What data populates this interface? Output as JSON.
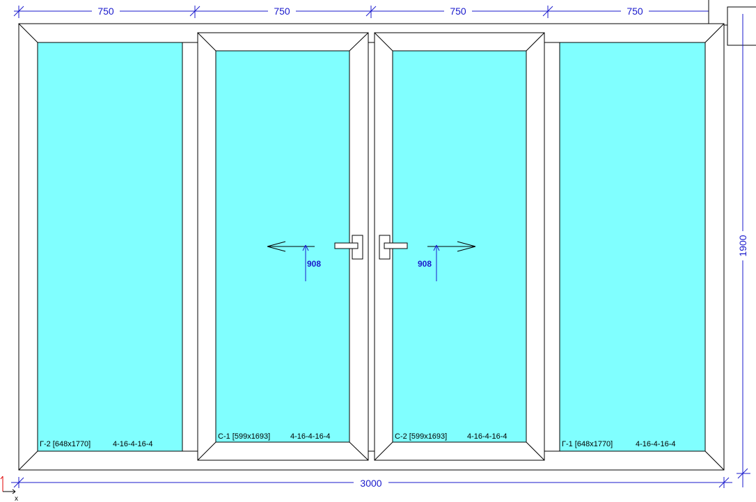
{
  "dimensions": {
    "top": [
      "750",
      "750",
      "750",
      "750"
    ],
    "total_width": "3000",
    "total_height": "1900"
  },
  "panes": [
    {
      "id": "Г-2",
      "label": "Г-2 [648x1770]",
      "glass": "4-16-4-16-4",
      "type": "fixed"
    },
    {
      "id": "С-1",
      "label": "С-1 [599x1693]",
      "glass": "4-16-4-16-4",
      "type": "sash",
      "opening": "left",
      "handle_height": "908"
    },
    {
      "id": "С-2",
      "label": "С-2 [599x1693]",
      "glass": "4-16-4-16-4",
      "type": "sash",
      "opening": "right",
      "handle_height": "908"
    },
    {
      "id": "Г-1",
      "label": "Г-1 [648x1770]",
      "glass": "4-16-4-16-4",
      "type": "fixed"
    }
  ],
  "axis": {
    "x_label": "x"
  },
  "colors": {
    "glass": "#80ffff",
    "frame": "#ffffff",
    "outline": "#000000",
    "dimension": "#1a1acc",
    "axis_y": "#e00000"
  }
}
